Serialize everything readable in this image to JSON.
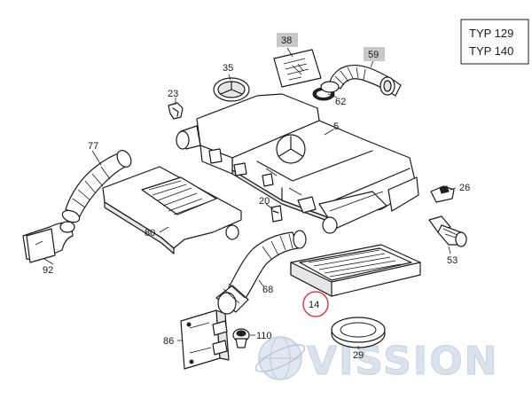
{
  "type_box": {
    "line1": "TYP 129",
    "line2": "TYP 140"
  },
  "labels": {
    "p5": "5",
    "p14": "14",
    "p20": "20",
    "p23": "23",
    "p26": "26",
    "p29": "29",
    "p35": "35",
    "p38": "38",
    "p53": "53",
    "p59": "59",
    "p62": "62",
    "p68": "68",
    "p77": "77",
    "p80": "80",
    "p86": "86",
    "p92": "92",
    "p110": "110"
  },
  "highlight": {
    "part": "14",
    "circle_color": "#e02020"
  },
  "boxed_labels": [
    "38",
    "59"
  ],
  "watermark": {
    "text": "VISSION",
    "color": "#c4d0e0"
  }
}
